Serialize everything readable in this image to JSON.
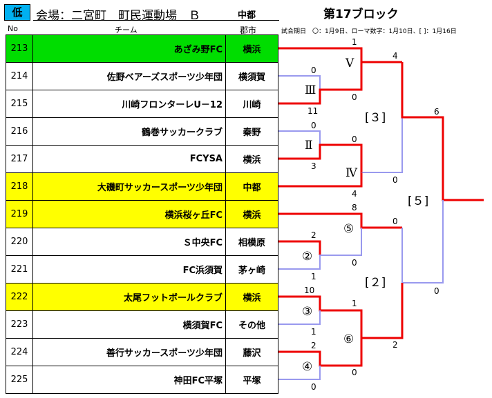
{
  "header": {
    "badge": "低",
    "venue": "会場：二宮町　町民運動場　Ｂ",
    "region": "中都",
    "block": "第17ブロック",
    "col_no": "No",
    "col_team": "チーム",
    "col_city": "郡市",
    "legend": "試合期日　〇：1月9日、ローマ数字：1月10日、[ ]：1月16日"
  },
  "teams": [
    {
      "no": "213",
      "team": "あざみ野FC",
      "city": "横浜",
      "hl": "green"
    },
    {
      "no": "214",
      "team": "佐野ベアーズスポーツ少年団",
      "city": "横須賀",
      "hl": ""
    },
    {
      "no": "215",
      "team": "川崎フロンターレU－12",
      "city": "川崎",
      "hl": ""
    },
    {
      "no": "216",
      "team": "鶴巻サッカークラブ",
      "city": "秦野",
      "hl": ""
    },
    {
      "no": "217",
      "team": "FCYSA",
      "city": "横浜",
      "hl": ""
    },
    {
      "no": "218",
      "team": "大磯町サッカースポーツ少年団",
      "city": "中都",
      "hl": "yellow"
    },
    {
      "no": "219",
      "team": "横浜桜ヶ丘FC",
      "city": "横浜",
      "hl": "yellow"
    },
    {
      "no": "220",
      "team": "Ｓ中央FC",
      "city": "相模原",
      "hl": ""
    },
    {
      "no": "221",
      "team": "FC浜須賀",
      "city": "茅ヶ崎",
      "hl": ""
    },
    {
      "no": "222",
      "team": "太尾フットボールクラブ",
      "city": "横浜",
      "hl": "yellow"
    },
    {
      "no": "223",
      "team": "横須賀FC",
      "city": "その他",
      "hl": ""
    },
    {
      "no": "224",
      "team": "善行サッカースポーツ少年団",
      "city": "藤沢",
      "hl": ""
    },
    {
      "no": "225",
      "team": "神田FC平塚",
      "city": "平塚",
      "hl": ""
    }
  ],
  "rounds": {
    "r3": "Ⅲ",
    "r2": "Ⅱ",
    "r5": "Ⅴ",
    "r4": "Ⅳ",
    "c5": "⑤",
    "c2": "②",
    "c3": "③",
    "c4": "④",
    "c6": "⑥",
    "b3": "[３]",
    "b2": "[２]",
    "b5": "[５]"
  },
  "scores": {
    "s213": "1",
    "s214": "0",
    "s215": "11",
    "s216": "0",
    "s217": "3",
    "sIII": "0",
    "sIV_top": "0",
    "sV_top": "4",
    "sIV_bot": "0",
    "s218": "4",
    "s3_top": "6",
    "s219": "8",
    "s220": "2",
    "s221": "1",
    "s2": "0",
    "s5": "0",
    "s222": "10",
    "s223": "1",
    "s224": "2",
    "s225": "0",
    "s3": "1",
    "s6": "2",
    "s2b": "0"
  },
  "colors": {
    "win": "#ee0000",
    "lose": "#9999ee",
    "green": "#00dd00",
    "yellow": "#ffff00",
    "badge": "#00b0f0"
  }
}
